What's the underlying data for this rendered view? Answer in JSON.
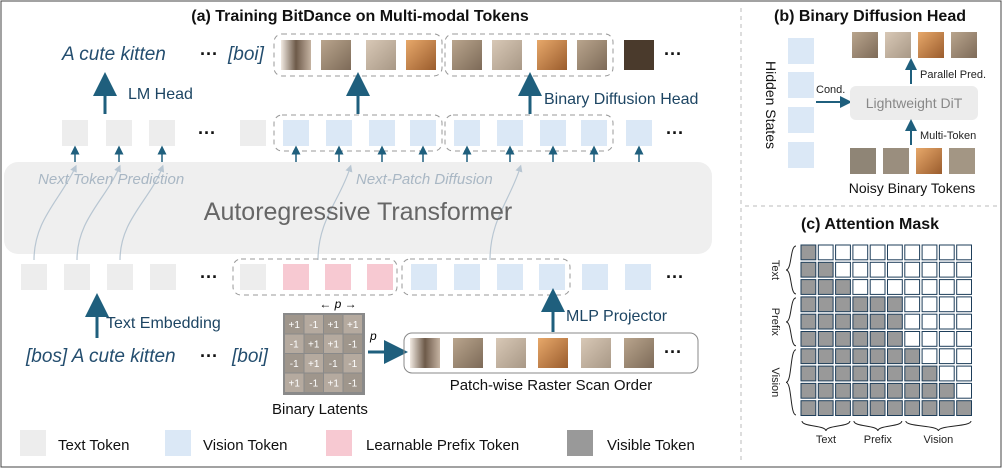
{
  "panels": {
    "a_title": "(a)  Training BitDance on Multi-modal Tokens",
    "b_title": "(b) Binary Diffusion Head",
    "c_title": "(c) Attention Mask"
  },
  "panel_a": {
    "top_text": "A cute kitten",
    "top_ellipsis": "···",
    "top_boi": "[boi]",
    "lm_head": "LM Head",
    "binary_diffusion_head": "Binary Diffusion Head",
    "next_token_prediction": "Next Token Prediction",
    "next_patch_diffusion": "Next-Patch Diffusion",
    "transformer": "Autoregressive Transformer",
    "text_embedding": "Text Embedding",
    "mlp_projector": "MLP Projector",
    "bottom_text": "[bos] A cute kitten",
    "bottom_ellipsis": "···",
    "bottom_boi": "[boi]",
    "p_label": "p",
    "binary_latents": "Binary Latents",
    "raster_scan": "Patch-wise Raster Scan Order",
    "latent_grid": [
      [
        "+1",
        "-1",
        "+1",
        "+1"
      ],
      [
        "-1",
        "+1",
        "+1",
        "-1"
      ],
      [
        "-1",
        "+1",
        "-1",
        "-1"
      ],
      [
        "+1",
        "-1",
        "+1",
        "-1"
      ]
    ]
  },
  "panel_b": {
    "hidden_states": "Hidden States",
    "cond": "Cond.",
    "lightweight_dit": "Lightweight DiT",
    "parallel_pred": "Parallel Pred.",
    "multi_token": "Multi-Token",
    "noisy_binary_tokens": "Noisy Binary Tokens"
  },
  "panel_c": {
    "row_labels": [
      "Text",
      "Prefix",
      "Vision"
    ],
    "col_labels": [
      "Text",
      "Prefix",
      "Vision"
    ],
    "groups": {
      "text": 3,
      "prefix": 3,
      "vision": 4
    }
  },
  "legend": {
    "items": [
      {
        "label": "Text Token",
        "color": "#ededed"
      },
      {
        "label": "Vision Token",
        "color": "#dbe8f6"
      },
      {
        "label": "Learnable Prefix Token",
        "color": "#f7c9d2"
      },
      {
        "label": "Visible Token",
        "color": "#999999"
      }
    ]
  },
  "colors": {
    "arrow": "#1f5f7d",
    "text_token": "#ededed",
    "vision_token": "#dbe8f6",
    "prefix_token": "#f7c9d2",
    "visible_cell": "#999999",
    "transformer_band": "#efefef"
  }
}
